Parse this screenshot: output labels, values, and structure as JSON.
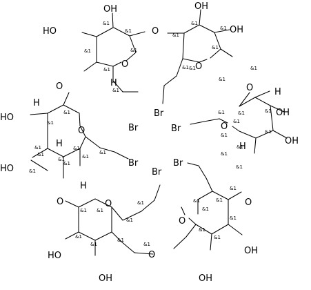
{
  "diagram": {
    "type": "chemical-structure",
    "stereo_label": "&1",
    "atom_labels": {
      "hydroxyl": "OH",
      "hydroxyl_left": "HO",
      "oxygen": "O",
      "hydrogen": "H",
      "bromine": "Br"
    },
    "colors": {
      "ink": "#000000",
      "background": "#ffffff"
    }
  }
}
